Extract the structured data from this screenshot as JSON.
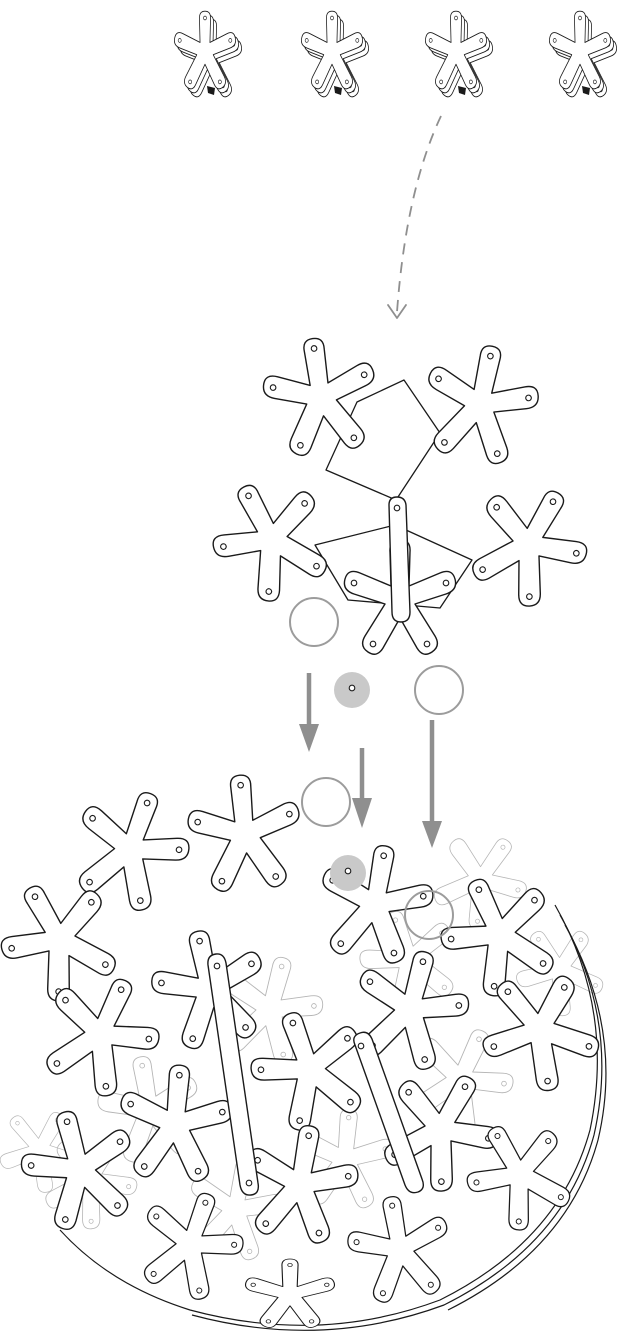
{
  "diagram": {
    "kind": "assembly-instruction",
    "text_labels": [],
    "colors": {
      "line": "#1a1a1a",
      "ghost_line": "#b5b5b5",
      "arrow": "#8f8f8f",
      "callout_ring": "#9c9c9c",
      "callout_fill": "#c9c9c9",
      "background": "#ffffff"
    },
    "steps": [
      {
        "name": "flat-pack-parts",
        "part_stacks": 4
      },
      {
        "name": "interlock-five-parts",
        "parts_in_cluster": 5
      },
      {
        "name": "attach-cluster-to-sphere",
        "joint_markers": 3
      }
    ]
  }
}
